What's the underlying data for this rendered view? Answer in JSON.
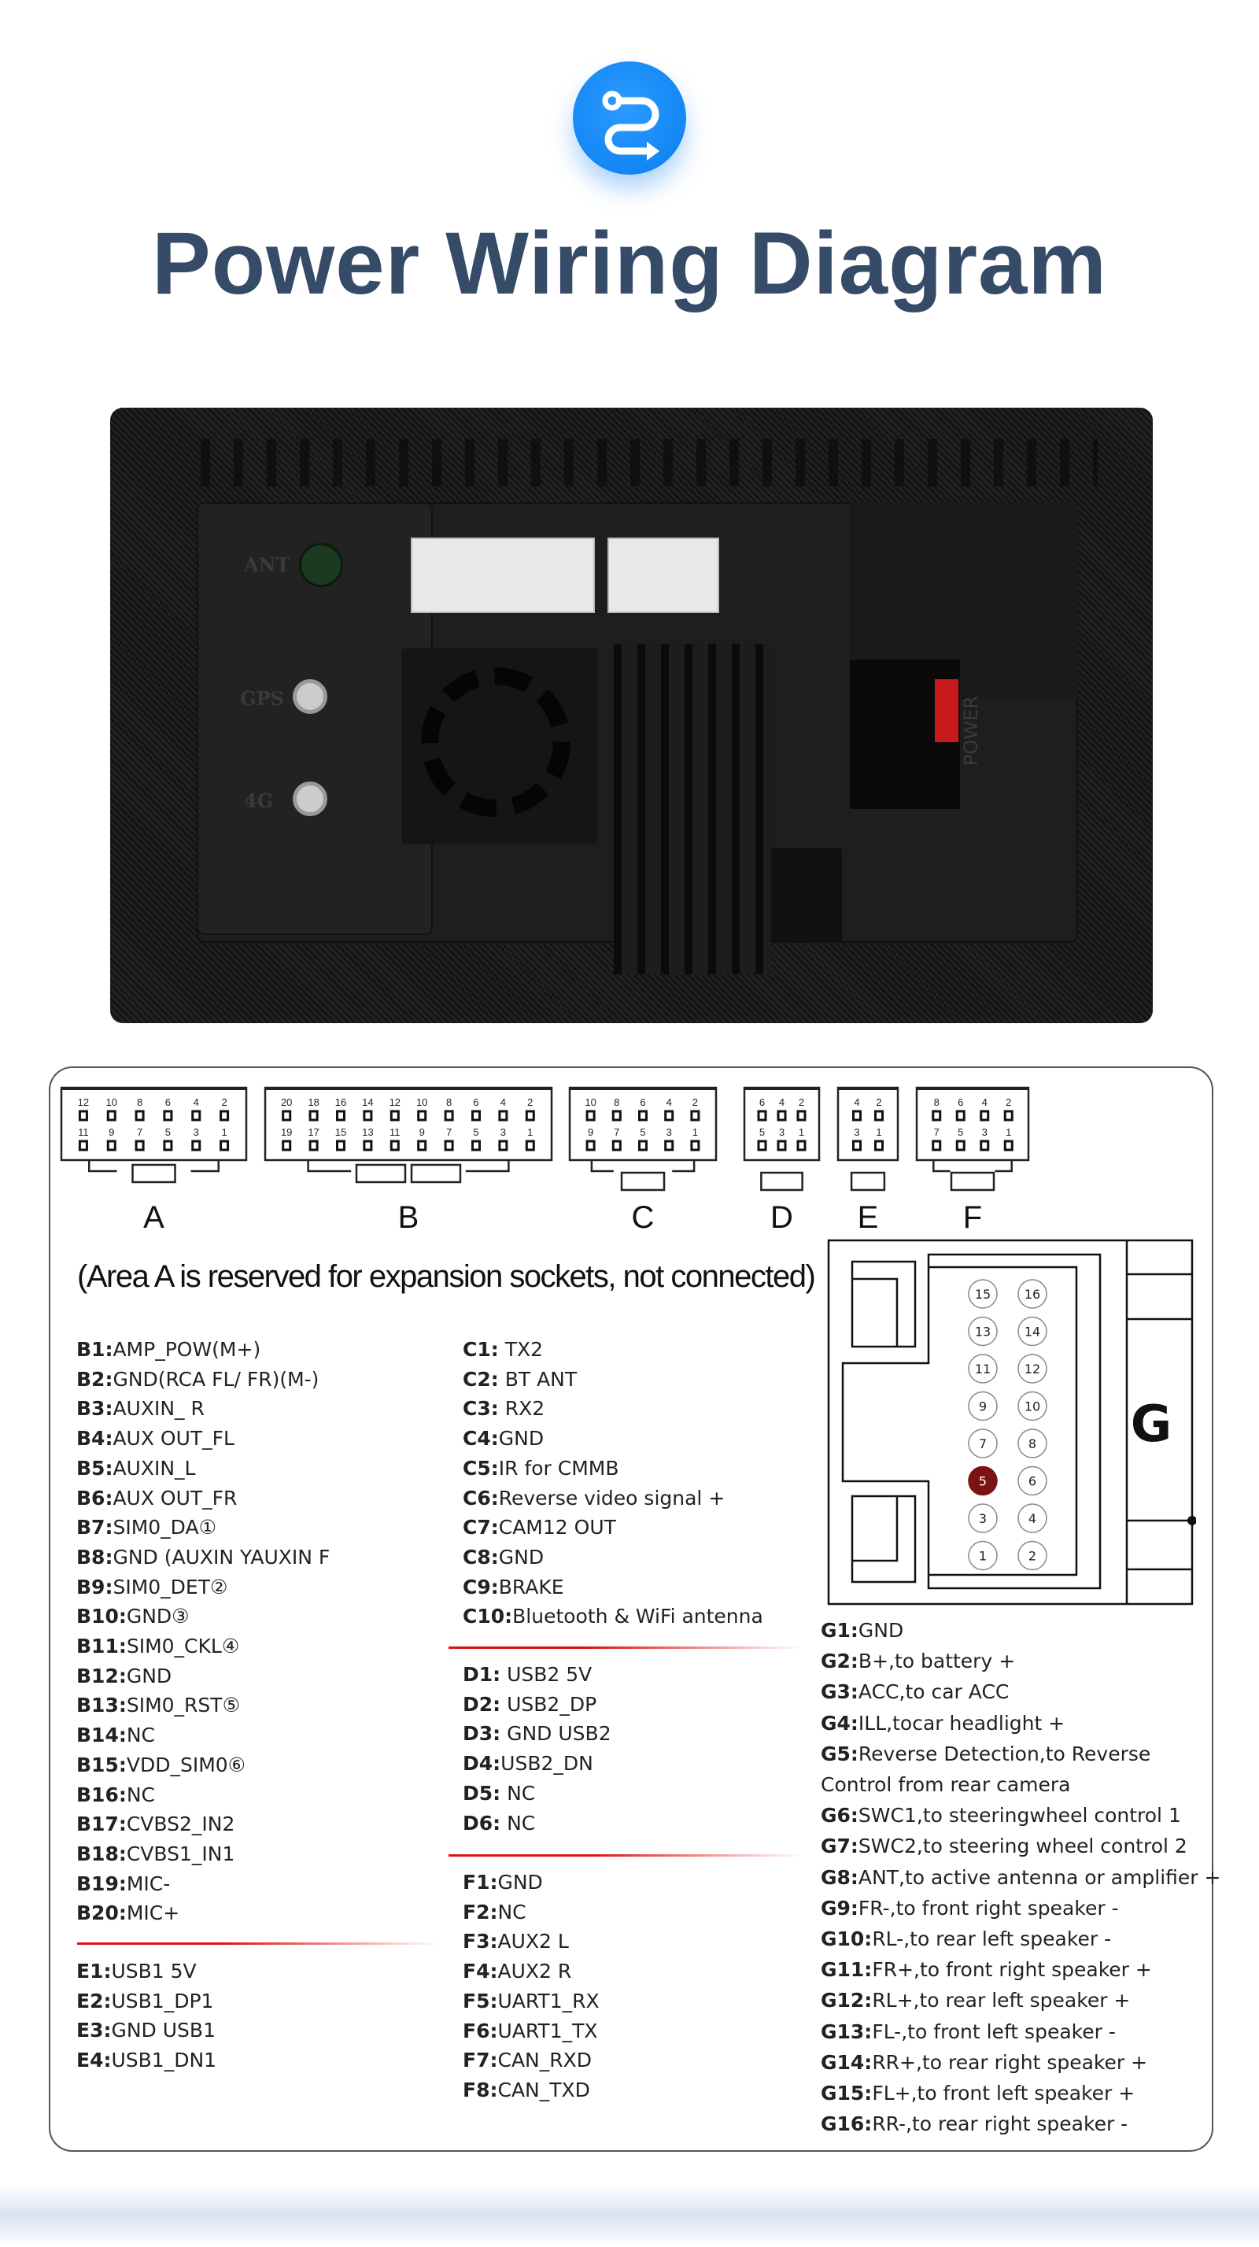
{
  "header": {
    "icon": "route-icon",
    "title": "Power Wiring Diagram",
    "accent_color": "#1688f5",
    "title_color": "#354b68"
  },
  "device": {
    "labels": {
      "ant": "ANT",
      "gps": "GPS",
      "4g": "4G",
      "power": "POWER"
    }
  },
  "connectors": [
    {
      "label": "A",
      "pins_top": [
        "12",
        "10",
        "8",
        "6",
        "4",
        "2"
      ],
      "pins_bottom": [
        "11",
        "9",
        "7",
        "5",
        "3",
        "1"
      ]
    },
    {
      "label": "B",
      "pins_top": [
        "20",
        "18",
        "16",
        "14",
        "12",
        "10",
        "8",
        "6",
        "4",
        "2"
      ],
      "pins_bottom": [
        "19",
        "17",
        "15",
        "13",
        "11",
        "9",
        "7",
        "5",
        "3",
        "1"
      ]
    },
    {
      "label": "C",
      "pins_top": [
        "10",
        "8",
        "6",
        "4",
        "2"
      ],
      "pins_bottom": [
        "9",
        "7",
        "5",
        "3",
        "1"
      ]
    },
    {
      "label": "D",
      "pins_top": [
        "6",
        "4",
        "2"
      ],
      "pins_bottom": [
        "5",
        "3",
        "1"
      ]
    },
    {
      "label": "E",
      "pins_top": [
        "4",
        "2"
      ],
      "pins_bottom": [
        "3",
        "1"
      ]
    },
    {
      "label": "F",
      "pins_top": [
        "8",
        "6",
        "4",
        "2"
      ],
      "pins_bottom": [
        "7",
        "5",
        "3",
        "1"
      ]
    }
  ],
  "note": "(Area A is reserved for expansion sockets, not connected)",
  "b_list": [
    {
      "pin": "B1",
      "desc": "AMP_POW(M+)"
    },
    {
      "pin": "B2",
      "desc": "GND(RCA FL/ FR)(M-)"
    },
    {
      "pin": "B3",
      "desc": "AUXIN_ R"
    },
    {
      "pin": "B4",
      "desc": "AUX OUT_FL"
    },
    {
      "pin": "B5",
      "desc": "AUXIN_L"
    },
    {
      "pin": "B6",
      "desc": "AUX OUT_FR"
    },
    {
      "pin": "B7",
      "desc": "SIM0_DA①"
    },
    {
      "pin": "B8",
      "desc": "GND (AUXIN YAUXIN F"
    },
    {
      "pin": "B9",
      "desc": "SIM0_DET②"
    },
    {
      "pin": "B10",
      "desc": "GND③"
    },
    {
      "pin": "B11",
      "desc": "SIM0_CKL④"
    },
    {
      "pin": "B12",
      "desc": "GND"
    },
    {
      "pin": "B13",
      "desc": "SIM0_RST⑤"
    },
    {
      "pin": "B14",
      "desc": "NC"
    },
    {
      "pin": "B15",
      "desc": "VDD_SIM0⑥"
    },
    {
      "pin": "B16",
      "desc": "NC"
    },
    {
      "pin": "B17",
      "desc": "CVBS2_IN2"
    },
    {
      "pin": "B18",
      "desc": "CVBS1_IN1"
    },
    {
      "pin": "B19",
      "desc": "MIC-"
    },
    {
      "pin": "B20",
      "desc": "MIC+"
    }
  ],
  "e_list": [
    {
      "pin": "E1",
      "desc": "USB1 5V"
    },
    {
      "pin": "E2",
      "desc": "USB1_DP1"
    },
    {
      "pin": "E3",
      "desc": "GND USB1"
    },
    {
      "pin": "E4",
      "desc": "USB1_DN1"
    }
  ],
  "c_list": [
    {
      "pin": "C1",
      "desc": " TX2"
    },
    {
      "pin": "C2",
      "desc": " BT ANT"
    },
    {
      "pin": "C3",
      "desc": " RX2"
    },
    {
      "pin": "C4",
      "desc": "GND"
    },
    {
      "pin": "C5",
      "desc": "IR for CMMB"
    },
    {
      "pin": "C6",
      "desc": "Reverse video signal +"
    },
    {
      "pin": "C7",
      "desc": "CAM12 OUT"
    },
    {
      "pin": "C8",
      "desc": "GND"
    },
    {
      "pin": "C9",
      "desc": "BRAKE"
    },
    {
      "pin": "C10",
      "desc": "Bluetooth & WiFi antenna"
    }
  ],
  "d_list": [
    {
      "pin": "D1",
      "desc": " USB2 5V"
    },
    {
      "pin": "D2",
      "desc": " USB2_DP"
    },
    {
      "pin": "D3",
      "desc": " GND USB2"
    },
    {
      "pin": "D4",
      "desc": "USB2_DN"
    },
    {
      "pin": "D5",
      "desc": " NC"
    },
    {
      "pin": "D6",
      "desc": " NC"
    }
  ],
  "f_list": [
    {
      "pin": "F1",
      "desc": "GND"
    },
    {
      "pin": "F2",
      "desc": "NC"
    },
    {
      "pin": "F3",
      "desc": "AUX2 L"
    },
    {
      "pin": "F4",
      "desc": "AUX2 R"
    },
    {
      "pin": "F5",
      "desc": "UART1_RX"
    },
    {
      "pin": "F6",
      "desc": "UART1_TX"
    },
    {
      "pin": "F7",
      "desc": "CAN_RXD"
    },
    {
      "pin": "F8",
      "desc": "CAN_TXD"
    }
  ],
  "g_connector": {
    "label": "G",
    "pin_rows": [
      [
        "15",
        "16"
      ],
      [
        "13",
        "14"
      ],
      [
        "11",
        "12"
      ],
      [
        "9",
        "10"
      ],
      [
        "7",
        "8"
      ],
      [
        "5",
        "6"
      ],
      [
        "3",
        "4"
      ],
      [
        "1",
        "2"
      ]
    ],
    "highlighted_pin": "5",
    "highlight_color": "#7a1414"
  },
  "g_list": [
    {
      "pin": "G1",
      "desc": "GND"
    },
    {
      "pin": "G2",
      "desc": "B+,to battery +"
    },
    {
      "pin": "G3",
      "desc": "ACC,to car ACC"
    },
    {
      "pin": "G4",
      "desc": "ILL,tocar headlight +"
    },
    {
      "pin": "G5",
      "desc": "Reverse Detection,to Reverse"
    },
    {
      "pin": "",
      "desc": "Control from rear camera"
    },
    {
      "pin": "G6",
      "desc": "SWC1,to steeringwheel control 1"
    },
    {
      "pin": "G7",
      "desc": "SWC2,to steering wheel control 2"
    },
    {
      "pin": "G8",
      "desc": "ANT,to active antenna or amplifier +"
    },
    {
      "pin": "G9",
      "desc": "FR-,to front right speaker -"
    },
    {
      "pin": "G10",
      "desc": "RL-,to rear left speaker -"
    },
    {
      "pin": "G11",
      "desc": "FR+,to front right speaker +"
    },
    {
      "pin": "G12",
      "desc": "RL+,to rear left speaker +"
    },
    {
      "pin": "G13",
      "desc": "FL-,to front left speaker -"
    },
    {
      "pin": "G14",
      "desc": "RR+,to rear right speaker +"
    },
    {
      "pin": "G15",
      "desc": "FL+,to front left speaker +"
    },
    {
      "pin": "G16",
      "desc": "RR-,to rear right speaker -"
    }
  ],
  "separator_color": "#e01010"
}
